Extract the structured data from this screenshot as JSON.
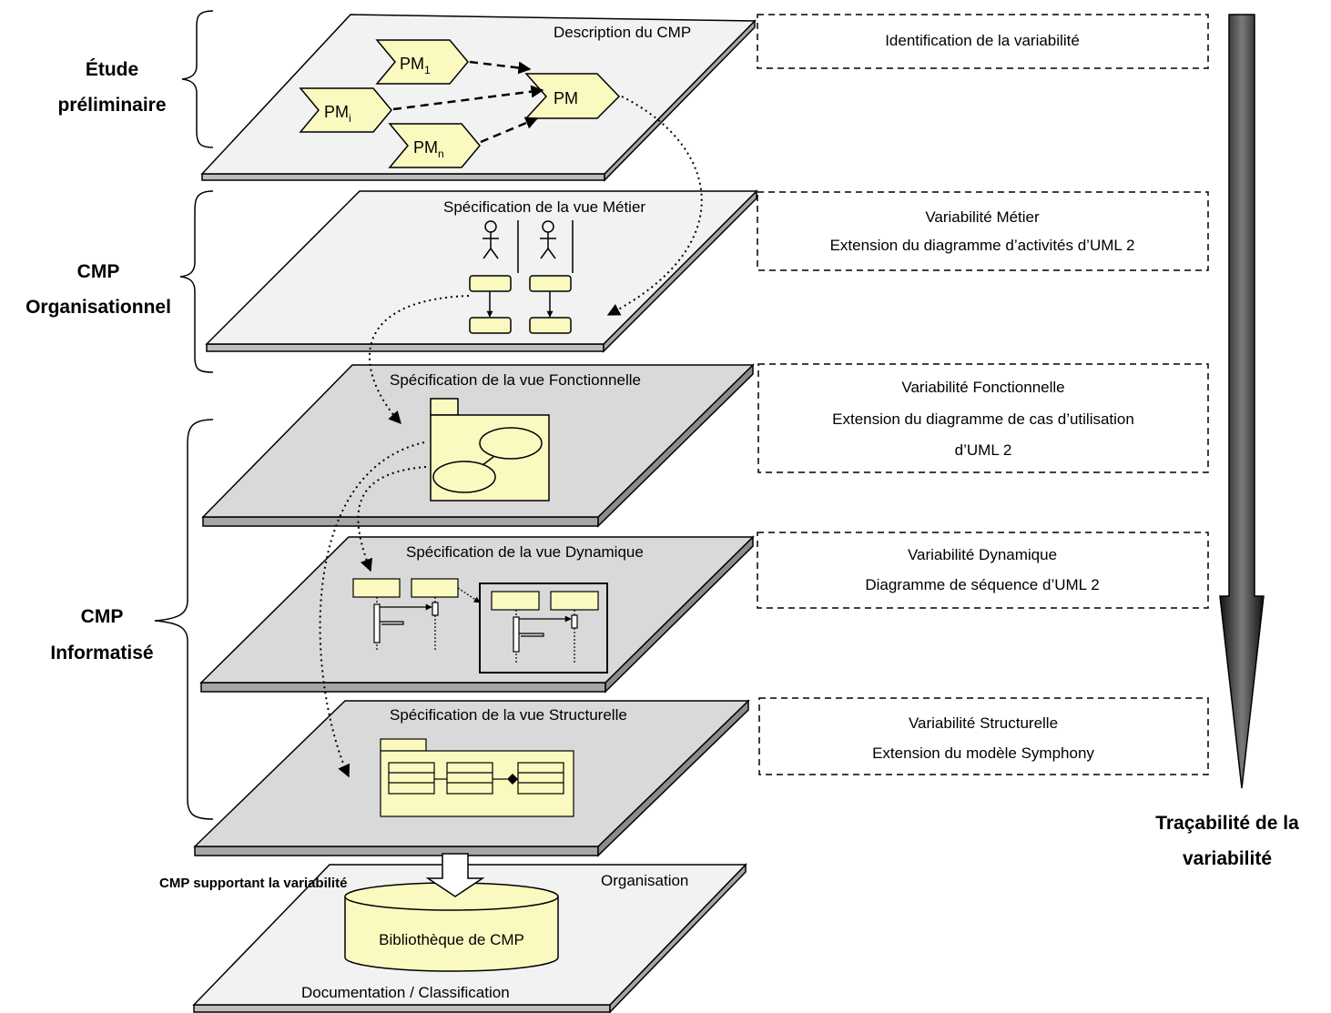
{
  "sections": {
    "etude": [
      "Étude",
      "préliminaire"
    ],
    "org": [
      "CMP",
      "Organisationnel"
    ],
    "info": [
      "CMP",
      "Informatisé"
    ]
  },
  "layers": {
    "desc": "Description du CMP",
    "metier": "Spécification de la vue Métier",
    "fonc": "Spécification de la vue Fonctionnelle",
    "dyn": "Spécification de la vue Dynamique",
    "struct": "Spécification de la vue Structurelle",
    "org_title": "Organisation",
    "org_bottom": "Documentation / Classification"
  },
  "process_models": {
    "pm1": "PM",
    "pm1_sub": "1",
    "pmi": "PM",
    "pmi_sub": "i",
    "pmn": "PM",
    "pmn_sub": "n",
    "pm": "PM"
  },
  "boxes": {
    "b1": [
      "Identification de la variabilité"
    ],
    "b2": [
      "Variabilité Métier",
      "Extension du diagramme d’activités d’UML 2"
    ],
    "b3": [
      "Variabilité Fonctionnelle",
      "Extension du diagramme de cas d’utilisation",
      "d’UML 2"
    ],
    "b4": [
      "Variabilité Dynamique",
      "Diagramme de séquence d’UML 2"
    ],
    "b5": [
      "Variabilité Structurelle",
      "Extension du modèle Symphony"
    ]
  },
  "library": "Bibliothèque de CMP",
  "support_label": "CMP supportant la variabilité",
  "traceability": [
    "Traçabilité de la",
    "variabilité"
  ],
  "colors": {
    "yellow": "#fafac0",
    "light_layer": "#f2f2f2",
    "gray_layer": "#d9d9d9",
    "arrow_dark": "#262626"
  }
}
